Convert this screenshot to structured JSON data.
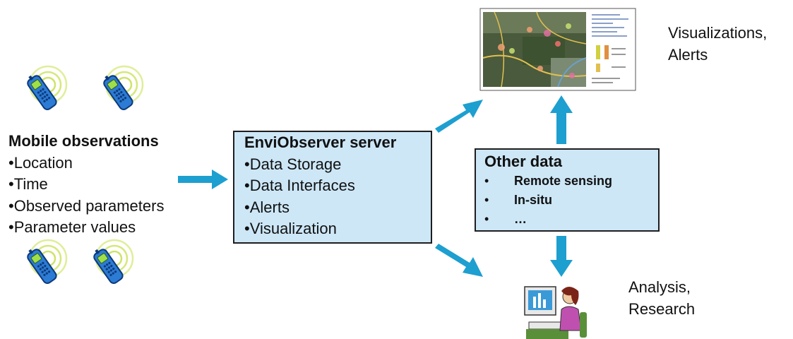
{
  "mobile": {
    "title": "Mobile observations",
    "items": [
      "•Location",
      "•Time",
      "•Observed parameters",
      "•Parameter values"
    ]
  },
  "server": {
    "title": "EnviObserver server",
    "items": [
      "•Data Storage",
      "•Data Interfaces",
      "•Alerts",
      "•Visualization"
    ]
  },
  "other": {
    "title": "Other data",
    "bullet": "•",
    "items": [
      "Remote sensing",
      "In-situ",
      "…"
    ]
  },
  "outputs": {
    "visualizations_line1": "Visualizations,",
    "visualizations_line2": "Alerts",
    "analysis_line1": "Analysis,",
    "analysis_line2": "Research"
  },
  "colors": {
    "arrow": "#1d9fd0",
    "box_fill": "#cde7f7",
    "phone_body": "#2c7bd4",
    "phone_screen": "#9fe04a",
    "signal": "#d5e87a"
  }
}
